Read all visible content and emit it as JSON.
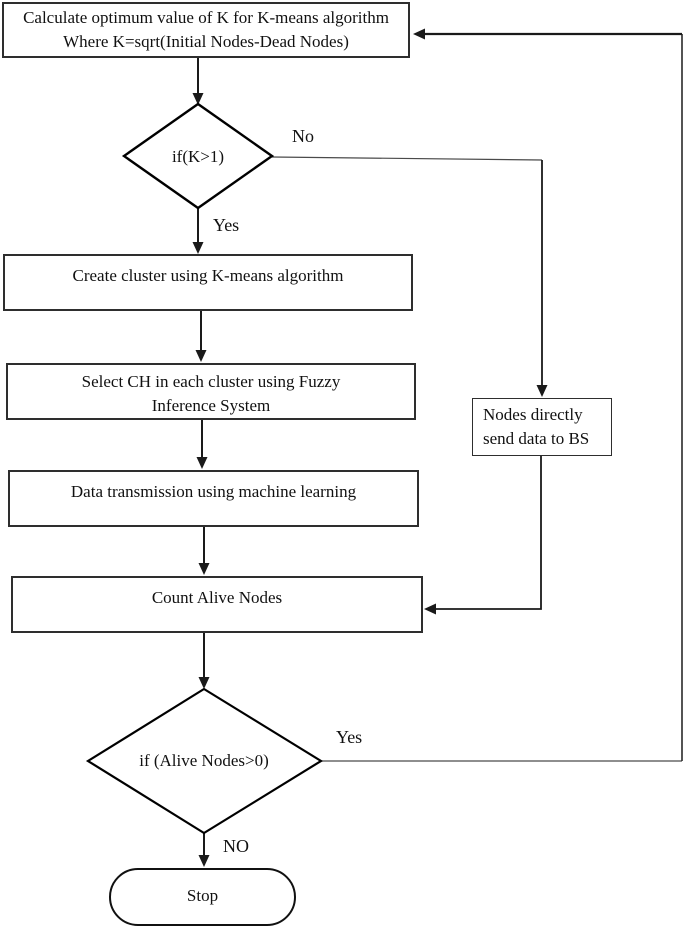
{
  "diagram": {
    "type": "flowchart",
    "colors": {
      "background": "#ffffff",
      "line": "#1a1a1a",
      "node_border": "#2e2e2e",
      "text": "#111111"
    },
    "nodes": {
      "calc_k": {
        "shape": "rectangle",
        "line1": "Calculate optimum value of K for K-means algorithm",
        "line2": "Where K=sqrt(Initial Nodes-Dead Nodes)"
      },
      "decision_k": {
        "shape": "diamond",
        "label": "if(K>1)"
      },
      "create_cluster": {
        "shape": "rectangle",
        "label": "Create cluster using K-means algorithm"
      },
      "select_ch": {
        "shape": "rectangle",
        "line1": "Select CH in each cluster using Fuzzy",
        "line2": "Inference System"
      },
      "data_transmission": {
        "shape": "rectangle",
        "label": "Data transmission using machine learning"
      },
      "count_alive": {
        "shape": "rectangle",
        "label": "Count Alive Nodes"
      },
      "decision_alive": {
        "shape": "diamond",
        "label": "if (Alive Nodes>0)"
      },
      "nodes_bs": {
        "shape": "rectangle",
        "line1": "Nodes directly",
        "line2": "send data to BS"
      },
      "stop": {
        "shape": "terminator",
        "label": "Stop"
      }
    },
    "edge_labels": {
      "no_k": "No",
      "yes_k": "Yes",
      "yes_alive": "Yes",
      "no_alive": "NO"
    },
    "edges": [
      {
        "from": "calc_k",
        "to": "decision_k",
        "label": ""
      },
      {
        "from": "decision_k",
        "to": "create_cluster",
        "label": "Yes"
      },
      {
        "from": "decision_k",
        "to": "nodes_bs",
        "label": "No"
      },
      {
        "from": "create_cluster",
        "to": "select_ch",
        "label": ""
      },
      {
        "from": "select_ch",
        "to": "data_transmission",
        "label": ""
      },
      {
        "from": "data_transmission",
        "to": "count_alive",
        "label": ""
      },
      {
        "from": "nodes_bs",
        "to": "count_alive",
        "label": ""
      },
      {
        "from": "count_alive",
        "to": "decision_alive",
        "label": ""
      },
      {
        "from": "decision_alive",
        "to": "stop",
        "label": "NO"
      },
      {
        "from": "decision_alive",
        "to": "calc_k",
        "label": "Yes"
      }
    ]
  }
}
